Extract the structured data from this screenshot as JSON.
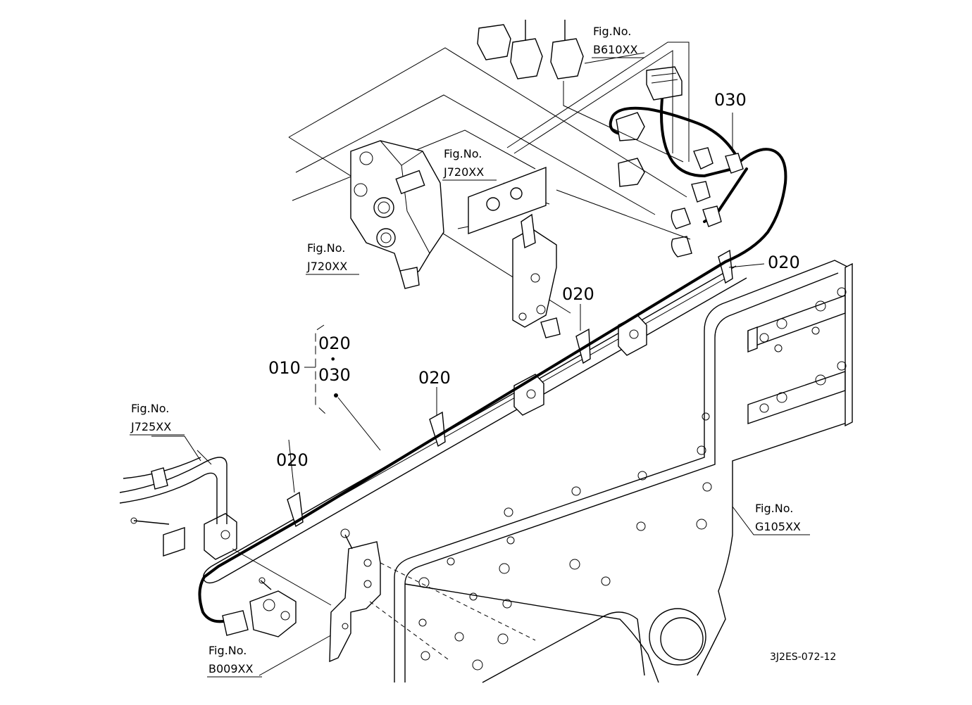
{
  "diagram": {
    "fig_refs": {
      "b610": {
        "line1": "Fig.No.",
        "line2": "B610XX"
      },
      "j720_top": {
        "line1": "Fig.No.",
        "line2": "J720XX"
      },
      "j720_left": {
        "line1": "Fig.No.",
        "line2": "J720XX"
      },
      "j725": {
        "line1": "Fig.No.",
        "line2": "J725XX"
      },
      "g105": {
        "line1": "Fig.No.",
        "line2": "G105XX"
      },
      "b009": {
        "line1": "Fig.No.",
        "line2": "B009XX"
      }
    },
    "callouts": {
      "c030_top": "030",
      "c020_right": "020",
      "c020_mid": "020",
      "c020_center": "020",
      "c020_left": "020"
    },
    "group": {
      "parent": "010",
      "child_a": "020",
      "separator": "•",
      "child_b": "030"
    },
    "drawing_code": "3J2ES-072-12"
  }
}
